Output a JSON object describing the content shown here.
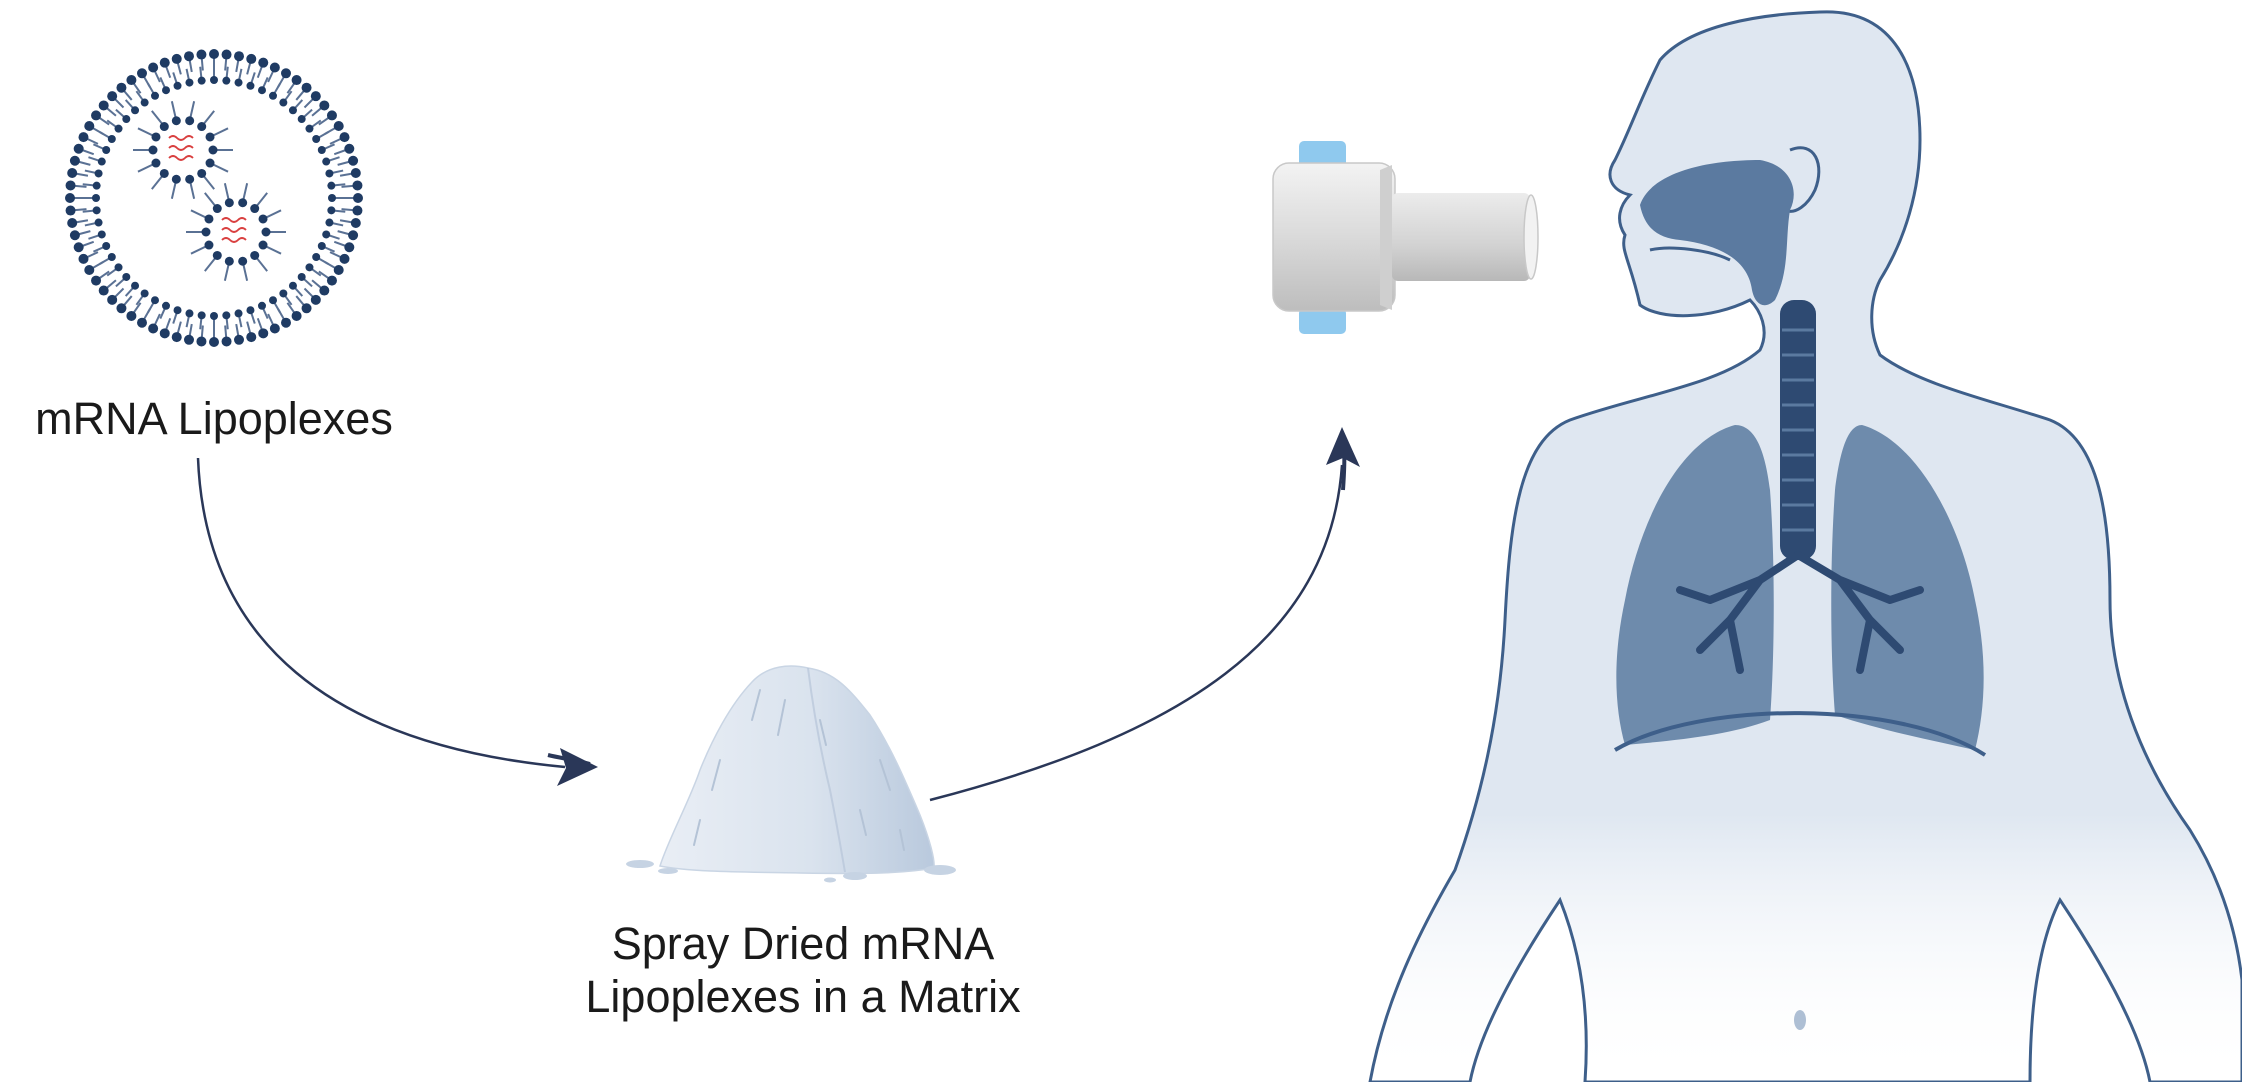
{
  "labels": {
    "lipoplexes": "mRNA Lipoplexes",
    "powder_line1": "Spray Dried mRNA",
    "powder_line2": "Lipoplexes in a Matrix"
  },
  "colors": {
    "arrow": "#2a3758",
    "lipid_head": "#1f3b63",
    "lipid_tail": "#5a7194",
    "rna_strand": "#d94040",
    "powder": "#d7e0ec",
    "inhaler_body": "#dcdcdc",
    "inhaler_cap": "#8fc9ee",
    "body_skin": "#dde6f0",
    "body_outline": "#3e5f8a",
    "lungs": "#5b7aa0",
    "airway": "#2e4a72"
  },
  "icons": [
    "lipoplex-vesicle-icon",
    "powder-pile-icon",
    "dry-powder-inhaler-icon",
    "human-respiratory-system-icon"
  ]
}
